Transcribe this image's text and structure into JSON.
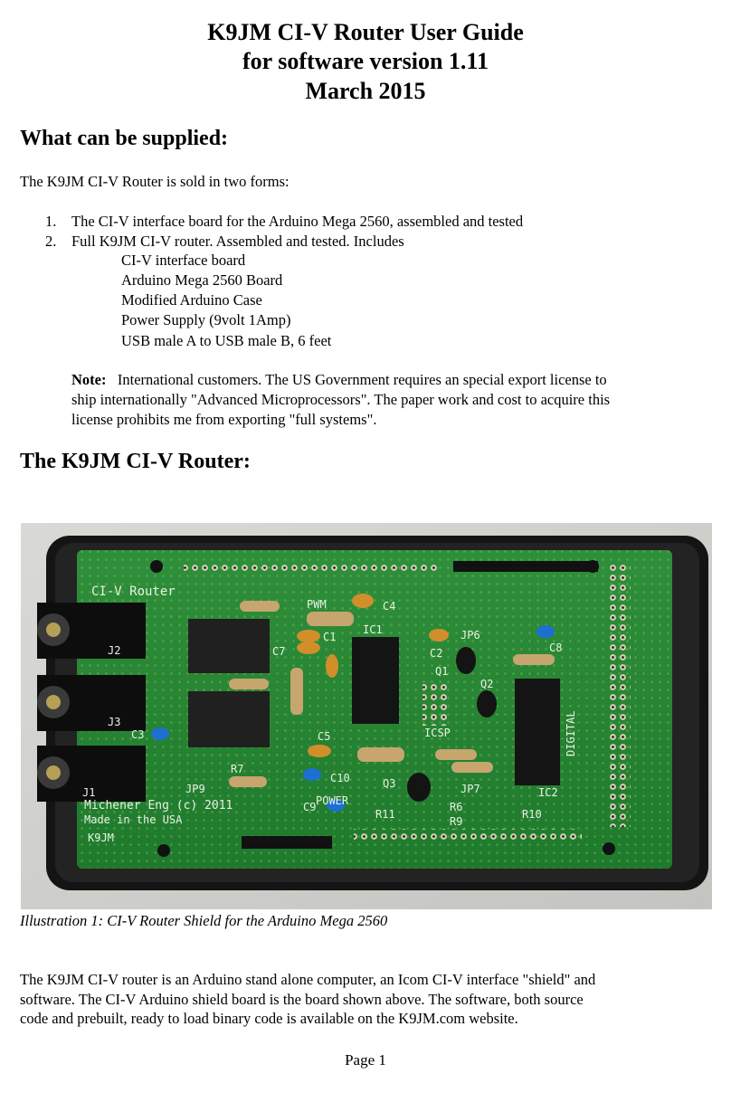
{
  "title": {
    "line1": "K9JM CI-V Router User Guide",
    "line2": "for software version 1.11",
    "line3": "March 2015"
  },
  "section1": {
    "heading": "What can be supplied:",
    "intro": "The K9JM CI-V Router is sold in two forms:",
    "items": [
      {
        "num": "1.",
        "text": "The CI-V  interface board for the Arduino Mega 2560,  assembled and tested"
      },
      {
        "num": "2.",
        "text": "Full K9JM CI-V router.  Assembled and tested.  Includes"
      }
    ],
    "includes": [
      "CI-V interface board",
      "Arduino Mega 2560 Board",
      "Modified Arduino Case",
      "Power Supply  (9volt 1Amp)",
      "USB male A to USB male B,  6 feet"
    ],
    "note_label": "Note:",
    "note_line1": "International customers.  The US Government requires an special export license to",
    "note_line2": "ship internationally \"Advanced Microprocessors\".  The paper work and cost to acquire this",
    "note_line3": "license prohibits me from exporting \"full systems\"."
  },
  "section2": {
    "heading": "The K9JM CI-V Router:",
    "photo": {
      "board_title": "CI-V Router",
      "maker": "Michener Eng (c) 2011",
      "made_in": "Made in the USA",
      "logo": "K9JM",
      "pwm": "PWM",
      "power": "POWER",
      "digital": "DIGITAL",
      "icsp": "ICSP",
      "labels": [
        "J2",
        "J3",
        "J1",
        "IC1",
        "IC2",
        "Q1",
        "Q2",
        "Q3",
        "R7",
        "R6",
        "R9",
        "R10",
        "R11",
        "C1",
        "C2",
        "C3",
        "C4",
        "C5",
        "C7",
        "C8",
        "C9",
        "C10",
        "JP6",
        "JP7",
        "JP9"
      ]
    },
    "caption": "Illustration 1: CI-V Router Shield for the Arduino Mega 2560",
    "body_line1": "The K9JM CI-V router is an Arduino stand alone computer, an Icom CI-V interface \"shield\" and",
    "body_line2": "software.  The CI-V Arduino shield board is the board shown above.   The software,  both source",
    "body_line3": "code and prebuilt, ready to load binary code is available on the K9JM.com website."
  },
  "footer": {
    "page": "Page 1"
  }
}
